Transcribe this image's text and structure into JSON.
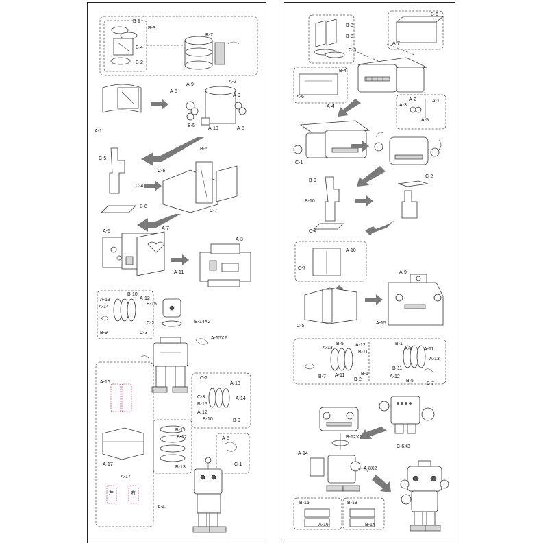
{
  "left_panel": {
    "labels": [
      "B-1",
      "B-3",
      "B-4",
      "B-2",
      "B-7",
      "A-2",
      "A-8",
      "A-9",
      "A-9",
      "A-1",
      "B-5",
      "A-10",
      "A-8",
      "C-5",
      "B-6",
      "C-6",
      "C-4",
      "B-8",
      "C-7",
      "A-6",
      "A-7",
      "A-3",
      "A-11",
      "A-13",
      "B-10",
      "A-12",
      "A-14",
      "B-15",
      "B-9",
      "C-2",
      "C-3",
      "B-14X2",
      "A-15X2",
      "A-16",
      "C-2",
      "C-3",
      "B-15",
      "A-12",
      "B-10",
      "A-13",
      "A-14",
      "B-9",
      "B-11",
      "B-12",
      "B-13",
      "A-5",
      "C-1",
      "A-17",
      "A-17",
      "A-4"
    ],
    "tag_left": "左",
    "tag_right": "右"
  },
  "right_panel": {
    "labels": [
      "B-3",
      "B-8",
      "C-3",
      "B-6",
      "A-7",
      "B-4",
      "A-6",
      "A-4",
      "A-2",
      "A-1",
      "A-3",
      "A-5",
      "C-1",
      "B-9",
      "B-10",
      "C-2",
      "C-4",
      "A-10",
      "C-7",
      "A-9",
      "C-5",
      "A-15",
      "A-13",
      "B-5",
      "A-12",
      "B-11",
      "B-7",
      "A-11",
      "B-2",
      "B-1",
      "B-1",
      "B-2",
      "A-11",
      "A-13",
      "B-11",
      "A-12",
      "B-5",
      "B-7",
      "B-12X2",
      "C-6X3",
      "A-14",
      "A-8X2",
      "B-15",
      "B-13",
      "A-16",
      "B-14"
    ]
  }
}
